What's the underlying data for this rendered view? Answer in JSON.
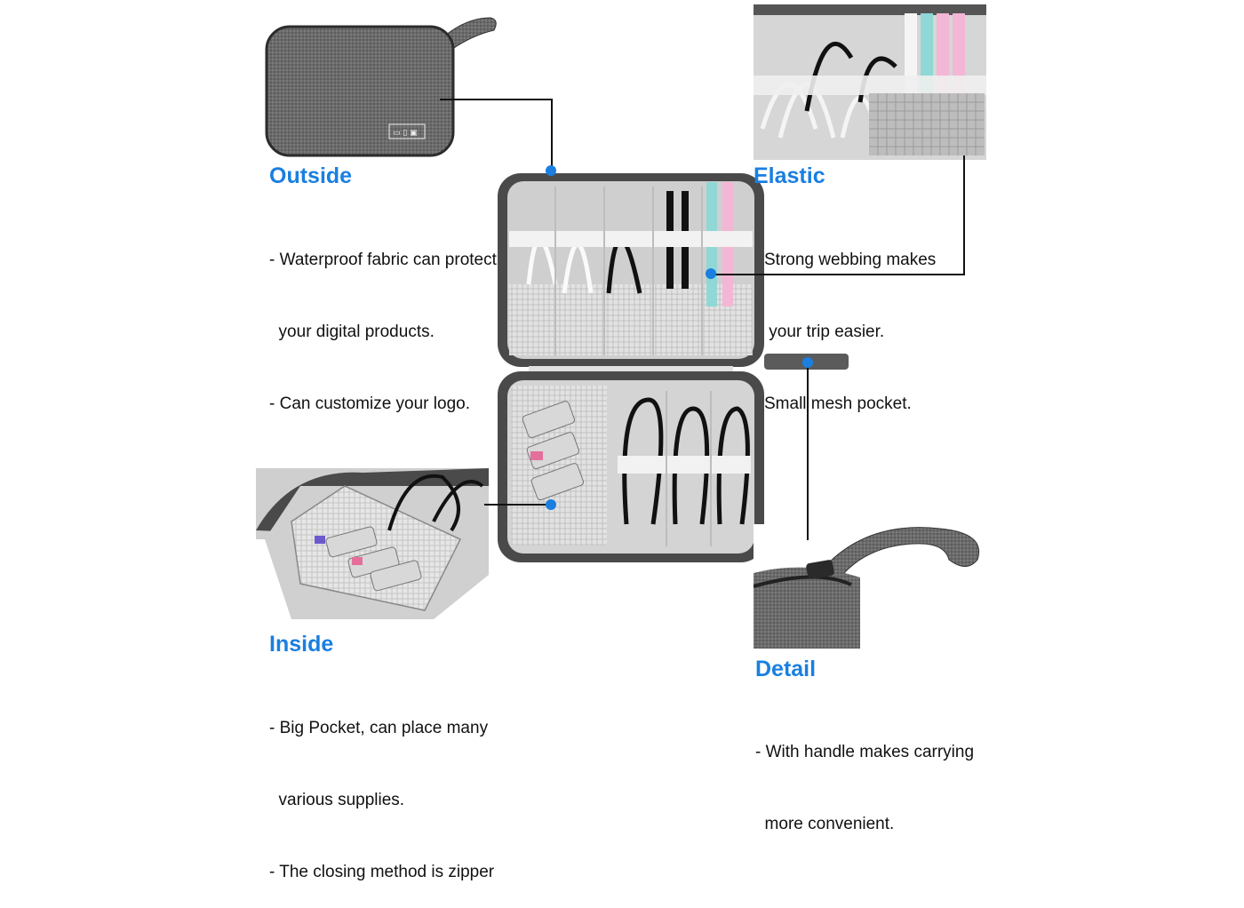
{
  "sections": {
    "outside": {
      "title": "Outside",
      "lines": [
        "- Waterproof fabric can protect",
        "  your digital products.",
        "- Can customize your logo."
      ]
    },
    "elastic": {
      "title": "Elastic",
      "lines": [
        "Strong webbing makes",
        " your trip easier.",
        "Small mesh pocket."
      ]
    },
    "inside": {
      "title": "Inside",
      "lines": [
        "- Big Pocket, can place many",
        "  various supplies.",
        "- The closing method is zipper"
      ]
    },
    "detail": {
      "title": "Detail",
      "lines": [
        "- With handle makes carrying",
        "  more convenient."
      ]
    }
  },
  "colors": {
    "accent": "#1a7fe0",
    "fabric": "#6b6b6b",
    "lining": "#d9d9d9",
    "text": "#111111"
  }
}
